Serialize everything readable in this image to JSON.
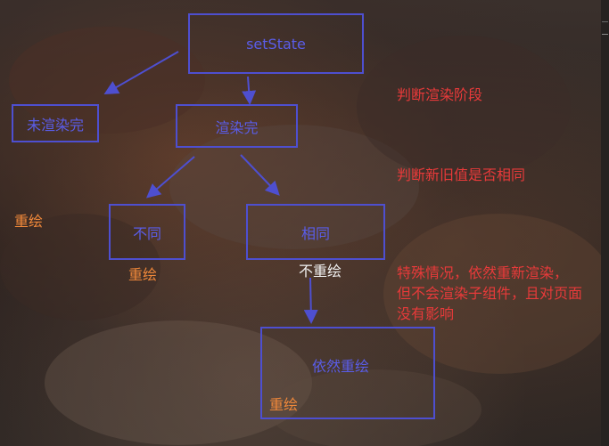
{
  "nodes": {
    "set_state": "setState",
    "not_rendered": "未渲染完",
    "rendered": "渲染完",
    "different": "不同",
    "same": "相同",
    "still_redraw": "依然重绘"
  },
  "labels": {
    "redraw_left": "重绘",
    "redraw_under_different": "重绘",
    "no_redraw": "不重绘",
    "redraw_bottom": "重绘"
  },
  "annotations": {
    "judge_render_phase": "判断渲染阶段",
    "judge_old_new_value": "判断新旧值是否相同",
    "special_case": [
      "特殊情况，依然重新渲染，",
      "但不会渲染子组件，且对页面",
      "没有影响"
    ]
  },
  "colors": {
    "node_border": "#4e4fd0",
    "node_text": "#5a5de8",
    "arrow": "#4e4fd0",
    "label_orange": "#f0883a",
    "annotation_red": "#e83a3a",
    "label_white": "#f2f2f2"
  }
}
